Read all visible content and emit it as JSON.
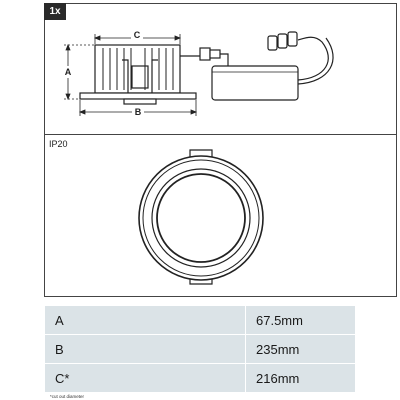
{
  "badge": "1x",
  "ip_rating": "IP20",
  "dims_labels": {
    "a": "A",
    "b": "B",
    "c": "C"
  },
  "specs": [
    {
      "key": "A",
      "value": "67.5mm"
    },
    {
      "key": "B",
      "value": "235mm"
    },
    {
      "key": "C*",
      "value": "216mm"
    }
  ],
  "footnote": "*cut out diameter"
}
